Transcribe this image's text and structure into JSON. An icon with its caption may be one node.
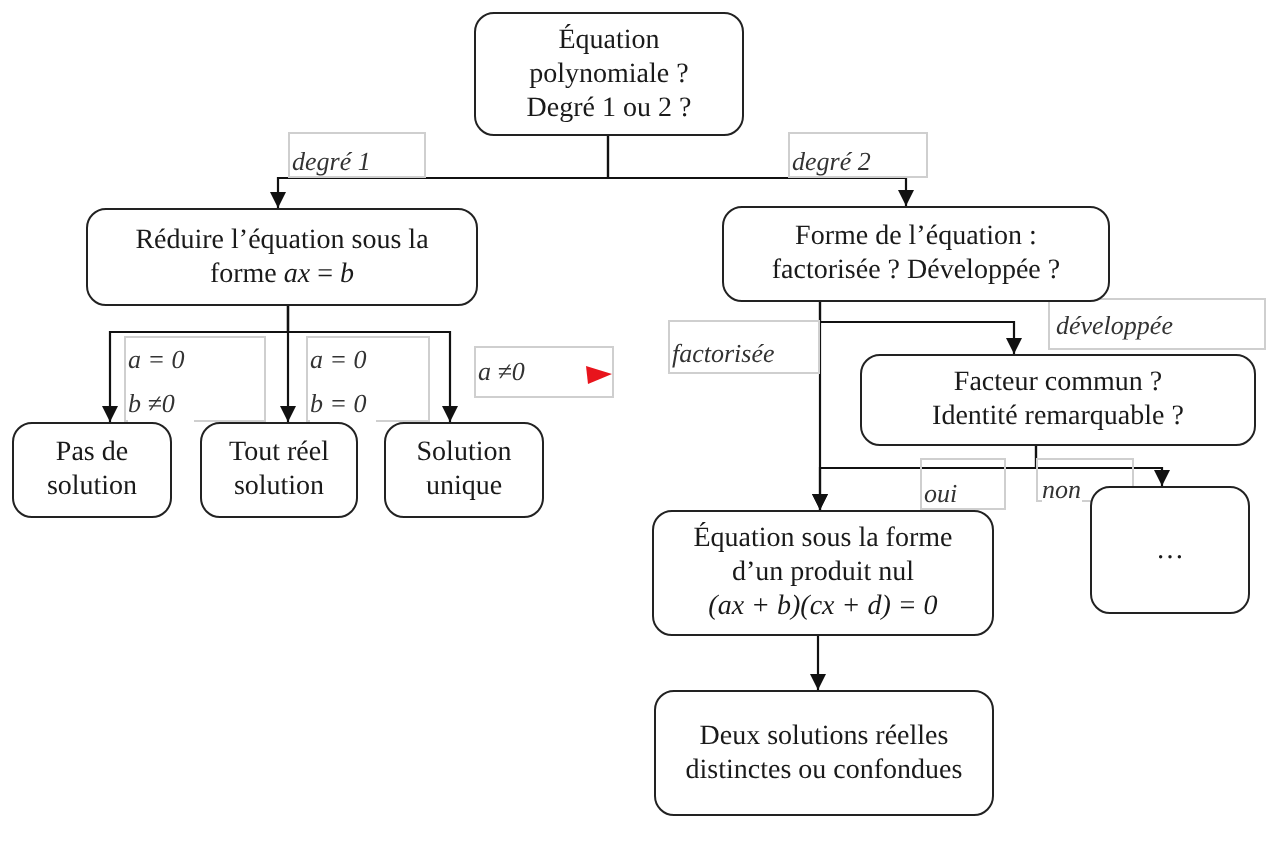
{
  "diagram": {
    "nodes": [
      {
        "text": [
          "Équation polynomiale ? Degré 1 ou 2 ?"
        ]
      },
      {
        "text": [
          "Réduire l’équation sous la forme *ax* = *b*"
        ]
      },
      {
        "text": [
          "Forme de l’équation : factorisée ? Développée ?"
        ]
      },
      {
        "text": [
          "Pas de solution"
        ]
      },
      {
        "text": [
          "Tout réel solution"
        ]
      },
      {
        "text": [
          "Solution unique"
        ]
      },
      {
        "text": [
          "Facteur commun ? Identité remarquable ?"
        ]
      },
      {
        "text": [
          "Équation sous la forme d’un produit nul",
          "(ax + b)(cx + d) = 0"
        ]
      },
      {
        "text": [
          "…"
        ]
      },
      {
        "text": [
          "Deux solutions réelles distinctes ou confondues"
        ]
      }
    ],
    "edges": [
      {
        "from": 0,
        "to": 1,
        "arrow": "to",
        "label": "degré 1"
      },
      {
        "from": 0,
        "to": 2,
        "arrow": "to",
        "label": "degré 2"
      },
      {
        "from": 1,
        "to": 3,
        "arrow": "to",
        "label": "a = 0 b ≠0"
      },
      {
        "from": 1,
        "to": 4,
        "arrow": "to",
        "label": "a = 0 b = 0"
      },
      {
        "from": 1,
        "to": 5,
        "arrow": "to",
        "label": "a ≠0"
      },
      {
        "from": 2,
        "to": 6,
        "arrow": "to",
        "label": "développée"
      },
      {
        "from": 2,
        "to": 7,
        "arrow": "to",
        "label": "factorisée"
      },
      {
        "from": 6,
        "to": 7,
        "arrow": "to",
        "label": "oui"
      },
      {
        "from": 6,
        "to": 8,
        "arrow": "to",
        "label": "non"
      },
      {
        "from": 7,
        "to": 9,
        "arrow": "to"
      }
    ]
  }
}
